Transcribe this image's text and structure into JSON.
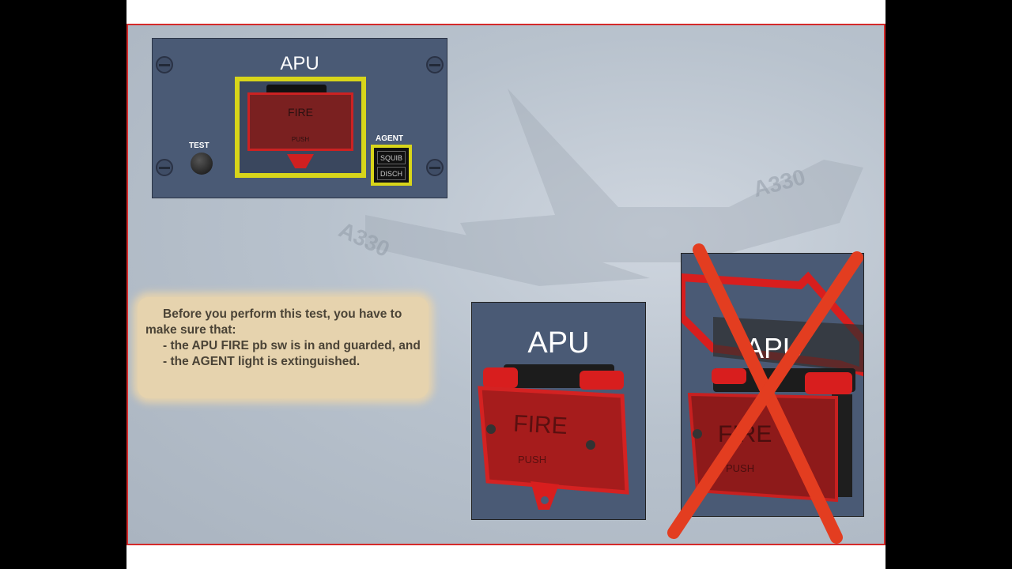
{
  "panel": {
    "title": "APU",
    "fire_button": {
      "label": "FIRE",
      "sub_label": "PUSH"
    },
    "test": {
      "label": "TEST"
    },
    "agent": {
      "label": "AGENT",
      "top_text": "SQUIB",
      "bottom_text": "DISCH"
    }
  },
  "note": {
    "line1": "Before you perform this test, you have to make sure that:",
    "line2": "- the APU FIRE pb sw is in and guarded, and",
    "line3": "- the AGENT light is extinguished."
  },
  "image_correct": {
    "title": "APU",
    "fire_label": "FIRE",
    "push_label": "PUSH"
  },
  "image_wrong": {
    "title": "APU",
    "fire_label": "FIRE",
    "push_label": "PUSH"
  },
  "background": {
    "watermark": "A330"
  },
  "colors": {
    "frame_border": "#d42a2a",
    "panel_blue": "#4a5a75",
    "guard_yellow": "#d8d51a",
    "fire_red": "#c22222",
    "note_bg": "#e6d3ae"
  }
}
